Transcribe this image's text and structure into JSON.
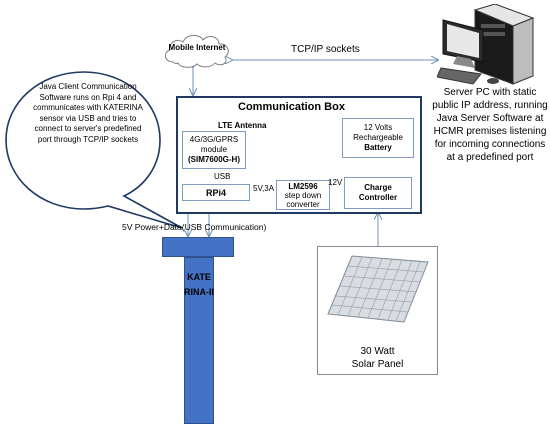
{
  "cloud": {
    "label": "Mobile Internet"
  },
  "link": {
    "label": "TCP/IP sockets"
  },
  "server": {
    "desc": "Server PC with static public IP address, running Java Server Software at HCMR premises listening for incoming connections at a predefined port"
  },
  "bubble": {
    "text": "Java Client Communication Software runs on Rpi 4 and communicates with KATERINA sensor via USB and tries to connect to server's predefined port through TCP/IP sockets"
  },
  "comm_box": {
    "title": "Communication Box",
    "antenna": "LTE Antenna",
    "modem": {
      "line1": "4G/3G/GPRS",
      "line2": "module",
      "line3": "(SIM7600G-H)"
    },
    "usb": "USB",
    "rpi": "RPi4",
    "battery": {
      "line1": "12 Volts",
      "line2": "Rechargeable",
      "line3": "Battery"
    },
    "converter": {
      "line1": "LM2596",
      "line2": "step down",
      "line3": "converter"
    },
    "charger": {
      "line1": "Charge",
      "line2": "Controller"
    },
    "v5": "5V,3A",
    "v12": "12V"
  },
  "cable": {
    "label": "5V Power+Data(USB Communication)"
  },
  "sensor": {
    "name": "KATERINA-II"
  },
  "solar": {
    "line1": "30 Watt",
    "line2": "Solar Panel"
  },
  "colors": {
    "box_border": "#1f3864",
    "thin_border": "#7f9bbd",
    "arrow": "#6f8fb8",
    "sensor": "#4472c4"
  }
}
